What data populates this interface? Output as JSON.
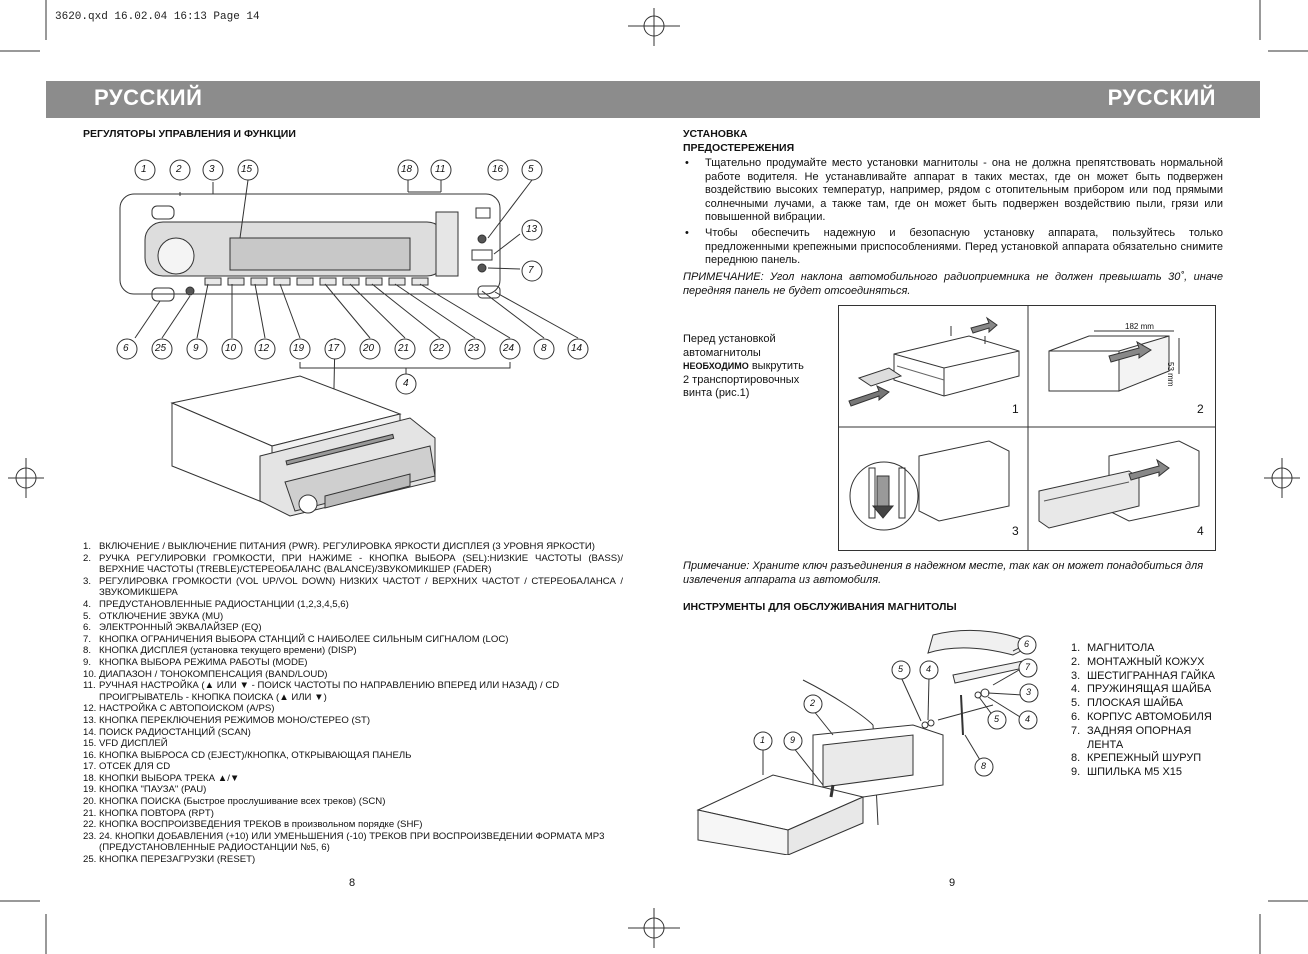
{
  "slug": "3620.qxd  16.02.04  16:13  Page 14",
  "header": {
    "left_title": "РУССКИЙ",
    "right_title": "РУССКИЙ"
  },
  "left": {
    "section_title": "РЕГУЛЯТОРЫ УПРАВЛЕНИЯ И ФУНКЦИИ",
    "callouts_top": [
      "1",
      "2",
      "3",
      "15",
      "18",
      "11",
      "16",
      "5"
    ],
    "callouts_right": [
      "13",
      "7"
    ],
    "callouts_bottom": [
      "6",
      "25",
      "9",
      "10",
      "12",
      "19",
      "17",
      "20",
      "21",
      "22",
      "23",
      "24",
      "8",
      "14"
    ],
    "callout_group": "4",
    "controls": [
      {
        "n": "1.",
        "t": "ВКЛЮЧЕНИЕ / ВЫКЛЮЧЕНИЕ ПИТАНИЯ (PWR). РЕГУЛИРОВКА ЯРКОСТИ ДИСПЛЕЯ (3 УРОВНЯ ЯРКОСТИ)"
      },
      {
        "n": "2.",
        "t": "РУЧКА РЕГУЛИРОВКИ ГРОМКОСТИ, ПРИ НАЖИМЕ - КНОПКА ВЫБОРА (SEL):НИЗКИЕ ЧАСТОТЫ (BASS)/ВЕРХНИЕ ЧАСТОТЫ (TREBLE)/СТЕРЕОБАЛАНС (BALANCE)/ЗВУКОМИКШЕР (FADER)"
      },
      {
        "n": "3.",
        "t": "РЕГУЛИРОВКА ГРОМКОСТИ (VOL UP/VOL DOWN) НИЗКИХ ЧАСТОТ / ВЕРХНИХ ЧАСТОТ / СТЕРЕОБАЛАНСА / ЗВУКОМИКШЕРА"
      },
      {
        "n": "4.",
        "t": "ПРЕДУСТАНОВЛЕННЫЕ РАДИОСТАНЦИИ (1,2,3,4,5,6)"
      },
      {
        "n": "5.",
        "t": "ОТКЛЮЧЕНИЕ ЗВУКА (MU)"
      },
      {
        "n": "6.",
        "t": "ЭЛЕКТРОННЫЙ ЭКВАЛАЙЗЕР (EQ)"
      },
      {
        "n": "7.",
        "t": "КНОПКА ОГРАНИЧЕНИЯ ВЫБОРА СТАНЦИЙ С НАИБОЛЕЕ СИЛЬНЫМ СИГНАЛОМ (LOC)"
      },
      {
        "n": "8.",
        "t": "КНОПКА ДИСПЛЕЯ (установка текущего времени) (DISP)"
      },
      {
        "n": "9.",
        "t": "КНОПКА ВЫБОРА РЕЖИМА РАБОТЫ (MODE)"
      },
      {
        "n": "10.",
        "t": "ДИАПАЗОН / ТОНОКОМПЕНСАЦИЯ (BAND/LOUD)"
      },
      {
        "n": "11.",
        "t": "РУЧНАЯ НАСТРОЙКА (▲ ИЛИ ▼ - ПОИСК ЧАСТОТЫ ПО НАПРАВЛЕНИЮ ВПЕРЕД ИЛИ НАЗАД) / CD ПРОИГРЫВАТЕЛЬ - КНОПКА ПОИСКА (▲ ИЛИ ▼)"
      },
      {
        "n": "12.",
        "t": "НАСТРОЙКА С АВТОПОИСКОМ (A/PS)"
      },
      {
        "n": "13.",
        "t": "КНОПКА ПЕРЕКЛЮЧЕНИЯ РЕЖИМОВ МОНО/СТЕРЕО (ST)"
      },
      {
        "n": "14.",
        "t": "ПОИСК РАДИОСТАНЦИЙ (SCAN)"
      },
      {
        "n": "15.",
        "t": "VFD ДИСПЛЕЙ"
      },
      {
        "n": "16.",
        "t": "КНОПКА ВЫБРОСА CD (EJECT)/КНОПКА, ОТКРЫВАЮЩАЯ ПАНЕЛЬ"
      },
      {
        "n": "17.",
        "t": "ОТСЕК ДЛЯ CD"
      },
      {
        "n": "18.",
        "t": "КНОПКИ ВЫБОРА ТРЕКА ▲/▼"
      },
      {
        "n": "19.",
        "t": "КНОПКА \"ПАУЗА\" (PAU)"
      },
      {
        "n": "20.",
        "t": "КНОПКА ПОИСКА (Быстрое прослушивание всех треков) (SCN)"
      },
      {
        "n": "21.",
        "t": "КНОПКА ПОВТОРА (RPT)"
      },
      {
        "n": "22.",
        "t": "КНОПКА ВОСПРОИЗВЕДЕНИЯ ТРЕКОВ в произвольном порядке (SHF)"
      },
      {
        "n": "23.",
        "t": "24. КНОПКИ ДОБАВЛЕНИЯ (+10) ИЛИ УМЕНЬШЕНИЯ (-10) ТРЕКОВ ПРИ ВОСПРОИЗВЕДЕНИИ ФОРМАТА MP3 (ПРЕДУСТАНОВЛЕННЫЕ РАДИОСТАНЦИИ №5, 6)"
      },
      {
        "n": "25.",
        "t": "КНОПКА ПЕРЕЗАГРУЗКИ (RESET)"
      }
    ],
    "page_number": "8"
  },
  "right": {
    "install_title": "УСТАНОВКА",
    "precautions_title": "ПРЕДОСТЕРЕЖЕНИЯ",
    "bullets": [
      "Тщательно продумайте место установки магнитолы - она не должна препятствовать нормальной работе водителя. Не устанавливайте аппарат в таких местах, где он может быть подвержен воздействию высоких температур, например, рядом с отопительным прибором или под прямыми солнечными лучами, а также там, где он может быть подвержен воздействию пыли, грязи или повышенной вибрации.",
      "Чтобы обеспечить надежную и безопасную установку аппарата, пользуйтесь только предложенными крепежными приспособлениями. Перед установкой аппарата обязательно снимите переднюю панель."
    ],
    "note1": "ПРИМЕЧАНИЕ: Угол наклона автомобильного радиоприемника не должен превышать 30˚, иначе передняя панель не будет отсоединяться.",
    "fig_caption": {
      "line1": "Перед установкой",
      "line2": "автомагнитолы",
      "bold": "НЕОБХОДИМО",
      "line3_rest": " выкрутить",
      "line4": "2 транспортировочных",
      "line5": "винта (рис.1)"
    },
    "fig_numbers": [
      "1",
      "2",
      "3",
      "4"
    ],
    "dim_width": "182 mm",
    "dim_height": "53 mm",
    "note2": "Примечание: Храните ключ разъединения в надежном месте, так как он может понадобиться для извлечения аппарата из автомобиля.",
    "tools_title": "ИНСТРУМЕНТЫ ДЛЯ ОБСЛУЖИВАНИЯ МАГНИТОЛЫ",
    "parts_callouts": [
      "1",
      "9",
      "2",
      "5",
      "4",
      "6",
      "7",
      "3",
      "5",
      "4",
      "8"
    ],
    "parts": [
      {
        "n": "1.",
        "t": "МАГНИТОЛА"
      },
      {
        "n": "2.",
        "t": "МОНТАЖНЫЙ КОЖУХ"
      },
      {
        "n": "3.",
        "t": "ШЕСТИГРАННАЯ ГАЙКА"
      },
      {
        "n": "4.",
        "t": "ПРУЖИНЯЩАЯ ШАЙБА"
      },
      {
        "n": "5.",
        "t": "ПЛОСКАЯ ШАЙБА"
      },
      {
        "n": "6.",
        "t": "КОРПУС АВТОМОБИЛЯ"
      },
      {
        "n": "7.",
        "t": "ЗАДНЯЯ ОПОРНАЯ ЛЕНТА"
      },
      {
        "n": "8.",
        "t": "КРЕПЕЖНЫЙ ШУРУП"
      },
      {
        "n": "9.",
        "t": "ШПИЛЬКА M5 X15"
      }
    ],
    "page_number": "9"
  }
}
